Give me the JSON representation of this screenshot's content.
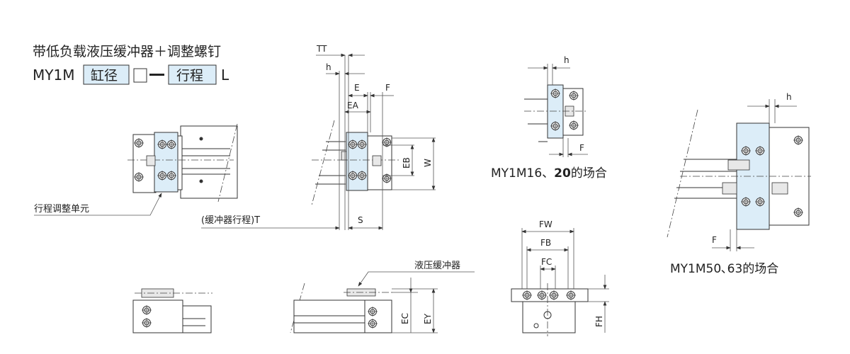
{
  "title": "带低负载液压缓冲器＋调整螺钉",
  "model_code": {
    "prefix": "MY1M",
    "bore_box": "缸径",
    "option_box": "",
    "separator": "—",
    "stroke_box": "行程",
    "suffix": "L"
  },
  "labels": {
    "stroke_adjust_unit": "行程调整单元",
    "shock_absorber_stroke": "(缓冲器行程)T",
    "hydraulic_shock_absorber": "液压缓冲器"
  },
  "dimensions": {
    "TT": "TT",
    "h": "h",
    "E": "E",
    "F": "F",
    "EA": "EA",
    "EB": "EB",
    "W": "W",
    "S": "S",
    "EC": "EC",
    "EY": "EY",
    "FW": "FW",
    "FB": "FB",
    "FC": "FC",
    "FH": "FH"
  },
  "captions": {
    "small_prefix": "MY1M16、",
    "small_bold": "20",
    "small_suffix": "的场合",
    "large": "MY1M50､63的场合"
  },
  "colors": {
    "highlight": "#dcedf8",
    "line": "#333333"
  }
}
